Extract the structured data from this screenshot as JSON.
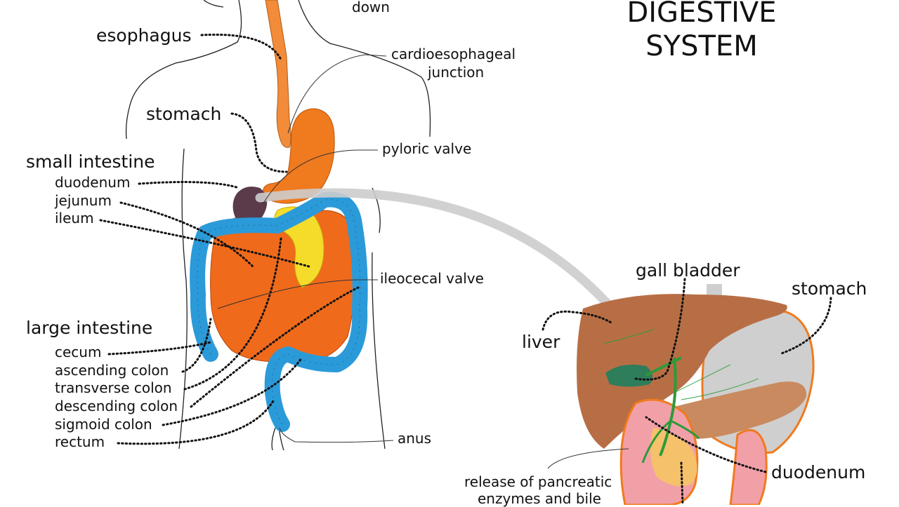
{
  "title": {
    "line1": "DIGESTIVE",
    "line2": "SYSTEM"
  },
  "body_labels": {
    "top_fragment": "down",
    "esophagus": "esophagus",
    "cardioesophageal_1": "cardioesophageal",
    "cardioesophageal_2": "junction",
    "stomach": "stomach",
    "pyloric_valve": "pyloric valve",
    "small_intestine": "small intestine",
    "duodenum": "duodenum",
    "jejunum": "jejunum",
    "ileum": "ileum",
    "ileocecal_valve": "ileocecal valve",
    "large_intestine": "large intestine",
    "cecum": "cecum",
    "ascending_colon": "ascending colon",
    "transverse_colon": "transverse colon",
    "descending_colon": "descending colon",
    "sigmoid_colon": "sigmoid colon",
    "rectum": "rectum",
    "anus": "anus"
  },
  "detail_labels": {
    "gall_bladder": "gall bladder",
    "stomach": "stomach",
    "liver": "liver",
    "duodenum": "duodenum",
    "release_1": "release of pancreatic",
    "release_2": "enzymes and bile"
  },
  "colors": {
    "esophagus": "#f28c3a",
    "stomach": "#f07a1e",
    "small_intestine": "#f06a1c",
    "colon": "#2b9ad9",
    "duodenum_dark": "#5b3a4a",
    "gallbladder_yellow": "#f6dc2a",
    "liver": "#b86e45",
    "detail_stomach": "#cfcfcf",
    "pancreas": "#c98a5f",
    "detail_gallbladder": "#2e7d5b",
    "detail_duodenum": "#f2a0a8",
    "connector": "#cccccc"
  }
}
